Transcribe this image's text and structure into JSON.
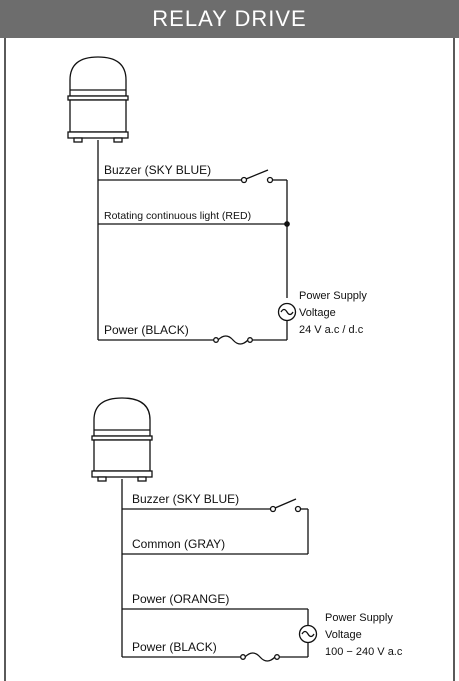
{
  "header": {
    "title": "RELAY DRIVE"
  },
  "diagram1": {
    "wire_buzzer": "Buzzer (SKY BLUE)",
    "wire_light": "Rotating continuous light (RED)",
    "wire_power": "Power (BLACK)",
    "supply_title": "Power Supply",
    "supply_voltage_label": "Voltage",
    "supply_voltage_value": "24 V a.c / d.c"
  },
  "diagram2": {
    "wire_buzzer": "Buzzer (SKY BLUE)",
    "wire_common": "Common (GRAY)",
    "wire_power_orange": "Power (ORANGE)",
    "wire_power_black": "Power (BLACK)",
    "supply_title": "Power Supply",
    "supply_voltage_label": "Voltage",
    "supply_voltage_value": "100 − 240 V a.c"
  },
  "colors": {
    "header_bg": "#6d6d6d",
    "line": "#111111"
  },
  "icons": [
    "signal-lamp-icon",
    "switch-icon",
    "ac-source-icon",
    "fuse-icon",
    "junction-dot-icon"
  ]
}
